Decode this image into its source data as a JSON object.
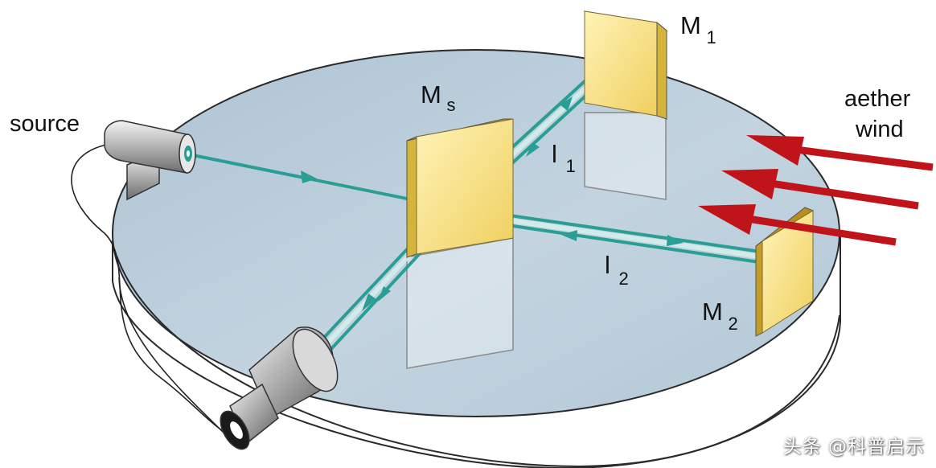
{
  "labels": {
    "source": "source",
    "ms_main": "M",
    "ms_sub": "s",
    "m1_main": "M",
    "m1_sub": "1",
    "m2_main": "M",
    "m2_sub": "2",
    "l1_main": "l",
    "l1_sub": "1",
    "l2_main": "l",
    "l2_sub": "2",
    "aether_line1": "aether",
    "aether_line2": "wind"
  },
  "watermark": "头条 @科普启示",
  "colors": {
    "table_top": "#b9ccda",
    "table_side": "#ffffff",
    "beam": "#2a9e94",
    "mirror_face": "#f6dc7a",
    "mirror_edge": "#c9a82a",
    "aether_arrow": "#c0141b"
  }
}
